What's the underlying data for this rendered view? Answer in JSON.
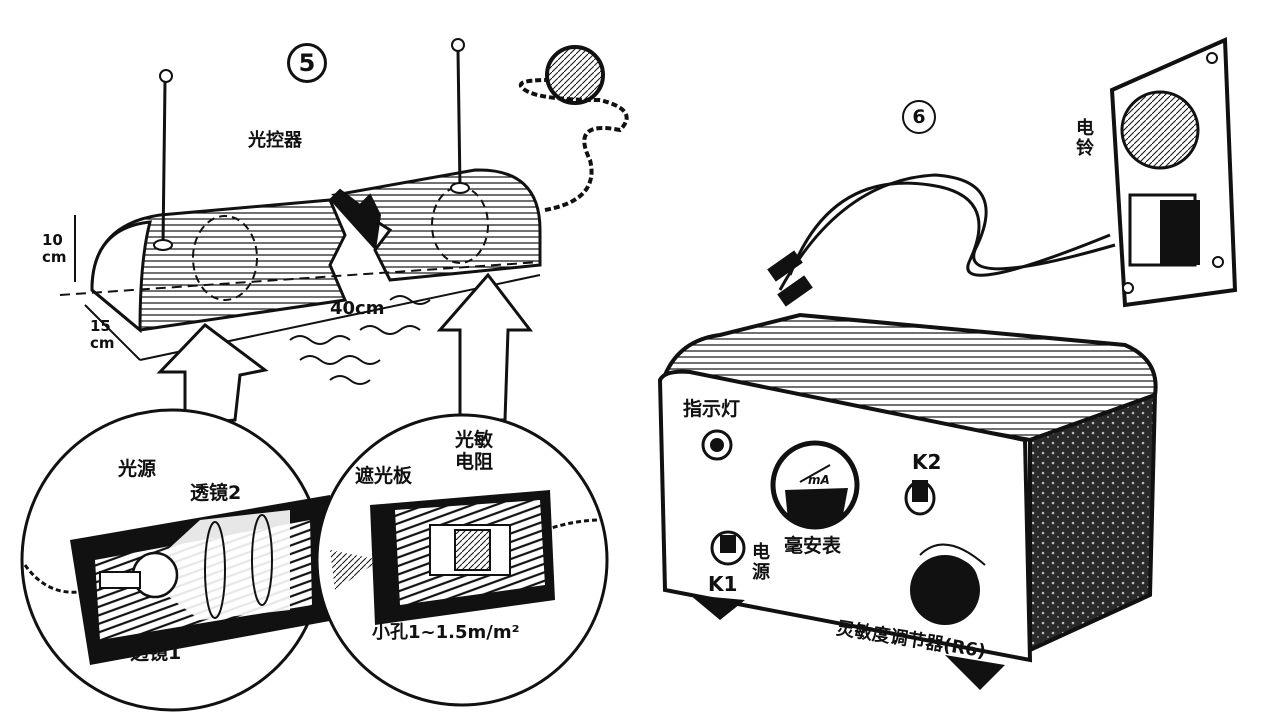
{
  "figure5": {
    "number": "5",
    "device_label": "光控器",
    "height_label": "10 cm",
    "width_label": "15 cm",
    "length_label": "40cm",
    "left_inset": {
      "light_source": "光源",
      "lens2": "透镜2",
      "lens1": "透镜1"
    },
    "right_inset": {
      "shield": "遮光板",
      "photoresistor": "光敏电阻",
      "pinhole": "小孔1~1.5m/m²"
    }
  },
  "figure6": {
    "number": "6",
    "bell_label": "电铃",
    "indicator_label": "指示灯",
    "meter_label": "毫安表",
    "meter_unit": "mA",
    "k2_label": "K2",
    "k1_label": "K1",
    "power_label": "电源",
    "sensitivity_label": "灵敏度调节器(R6)"
  }
}
